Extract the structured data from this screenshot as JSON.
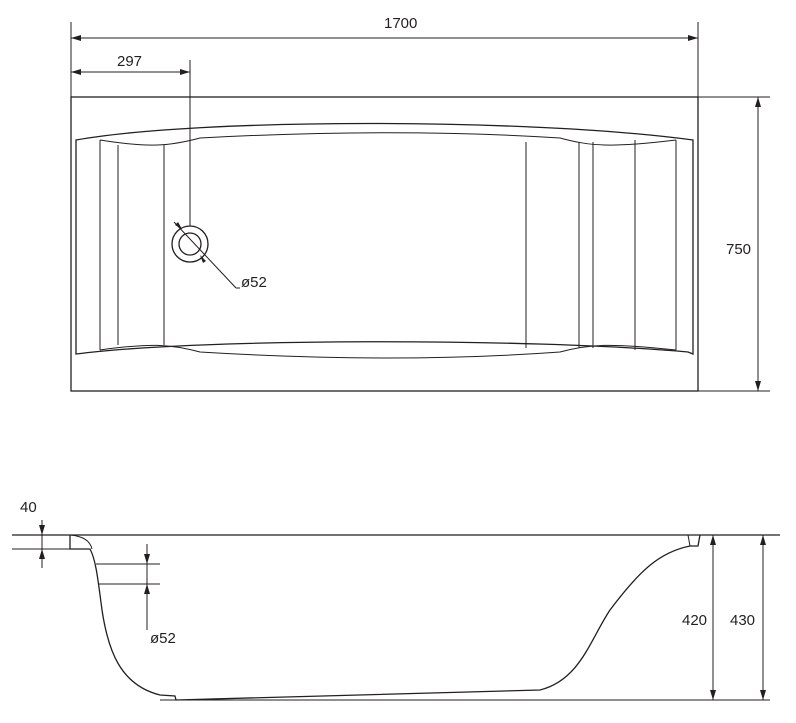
{
  "top_view": {
    "dim_length": "1700",
    "dim_drain_offset": "297",
    "dim_width": "750",
    "dim_drain_diameter": "ø52"
  },
  "side_view": {
    "dim_rim_thickness": "40",
    "dim_overflow_diameter": "ø52",
    "dim_inner_depth": "420",
    "dim_total_height": "430"
  },
  "colors": {
    "line": "#231f20",
    "background": "#ffffff"
  }
}
